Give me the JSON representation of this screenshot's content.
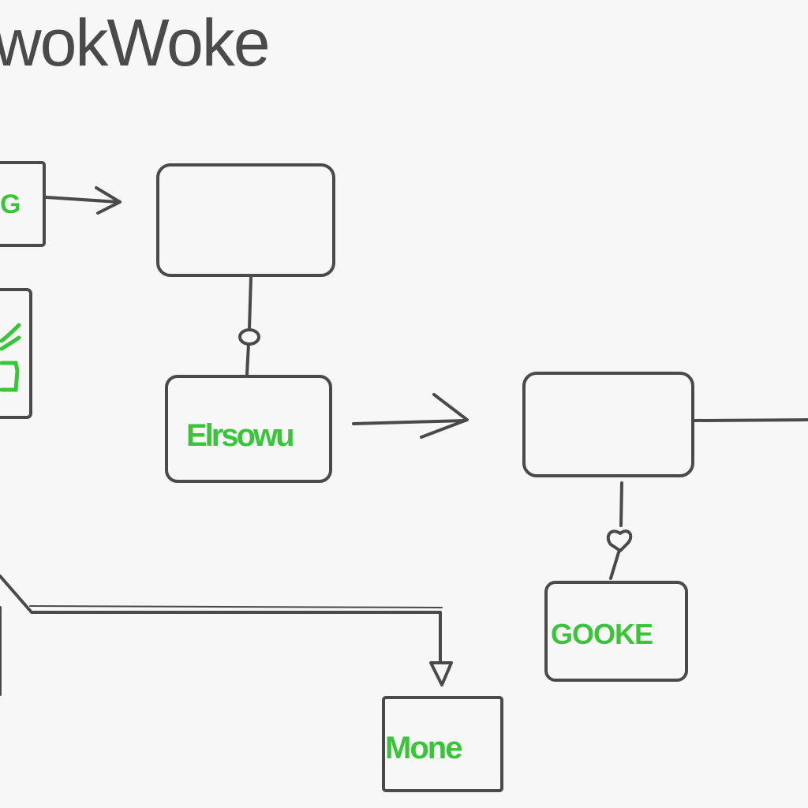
{
  "title": "wokWoke",
  "colors": {
    "stroke": "#4a4a4a",
    "label": "#3ac43a",
    "background": "#f7f7f7"
  },
  "nodes": {
    "left_top_label": "G",
    "middle_label": "Elrsowu",
    "right_label": "GOOKE",
    "bottom_label": "Mone"
  }
}
